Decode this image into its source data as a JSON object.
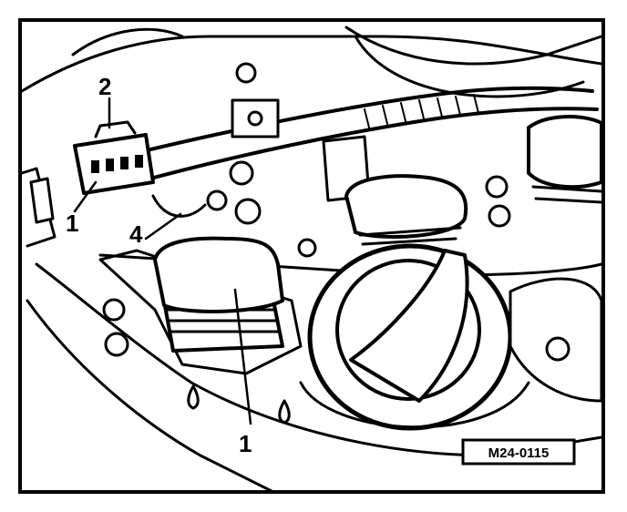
{
  "callouts": [
    {
      "id": "callout-2-connector",
      "text": "2"
    },
    {
      "id": "callout-1-connector",
      "text": "1"
    },
    {
      "id": "callout-4-wire",
      "text": "4"
    },
    {
      "id": "callout-1-coil",
      "text": "1"
    }
  ],
  "figure_code": "M24-0115"
}
